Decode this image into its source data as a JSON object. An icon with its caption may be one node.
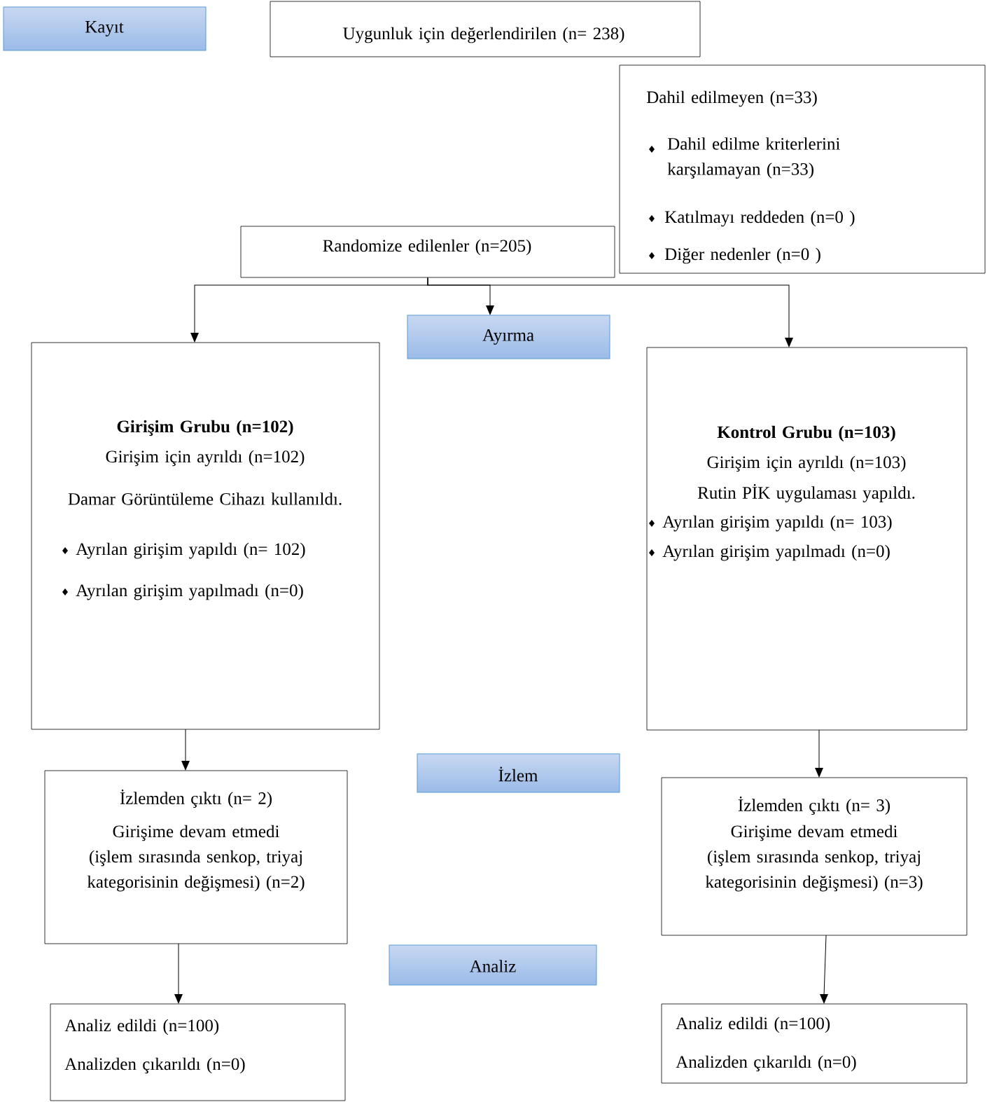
{
  "diagram": {
    "nodes": [
      {
        "text": [
          "Kayıt"
        ]
      },
      {
        "text": [
          "Uygunluk için değerlendirilen (n= 238)"
        ]
      },
      {
        "text": [
          "Dahil edilmeyen (n=33)",
          "Dahil edilme kriterlerini karşılamayan (n=33)",
          "Katılmayı reddeden (n=0 )",
          "Diğer nedenler (n=0 )"
        ]
      },
      {
        "text": [
          "Randomize edilenler (n=205)"
        ]
      },
      {
        "text": [
          "Ayırma"
        ]
      },
      {
        "text": [
          "Girişim Grubu (n=102)",
          "Girişim için ayrıldı (n=102)",
          "Damar Görüntüleme Cihazı kullanıldı.",
          "Ayrılan girişim yapıldı (n= 102)",
          "Ayrılan girişim yapılmadı (n=0)"
        ]
      },
      {
        "text": [
          "Kontrol Grubu (n=103)",
          "Girişim için ayrıldı (n=103)",
          "Rutin PİK uygulaması yapıldı.",
          "Ayrılan girişim yapıldı (n= 103)",
          "Ayrılan girişim yapılmadı (n=0)"
        ]
      },
      {
        "text": [
          "İzlem"
        ]
      },
      {
        "text": [
          "İzlemden çıktı (n= 2)",
          "Girişime devam etmedi (işlem sırasında senkop, triyaj kategorisinin değişmesi) (n=2)"
        ]
      },
      {
        "text": [
          "İzlemden çıktı (n= 3)",
          "Girişime devam etmedi (işlem sırasında senkop, triyaj kategorisinin değişmesi) (n=3)"
        ]
      },
      {
        "text": [
          "Analiz"
        ]
      },
      {
        "text": [
          "Analiz edildi (n=100)",
          "Analizden çıkarıldı (n=0)"
        ]
      },
      {
        "text": [
          "Analiz edildi (n=100)",
          "Analizden çıkarıldı (n=0)"
        ]
      }
    ],
    "edges": [
      {
        "from": 3,
        "to": 5,
        "arrow": "to"
      },
      {
        "from": 3,
        "to": 4,
        "arrow": "to"
      },
      {
        "from": 3,
        "to": 6,
        "arrow": "to"
      },
      {
        "from": 5,
        "to": 8,
        "arrow": "to"
      },
      {
        "from": 6,
        "to": 9,
        "arrow": "to"
      },
      {
        "from": 8,
        "to": 11,
        "arrow": "to"
      },
      {
        "from": 9,
        "to": 12,
        "arrow": "to"
      }
    ]
  }
}
